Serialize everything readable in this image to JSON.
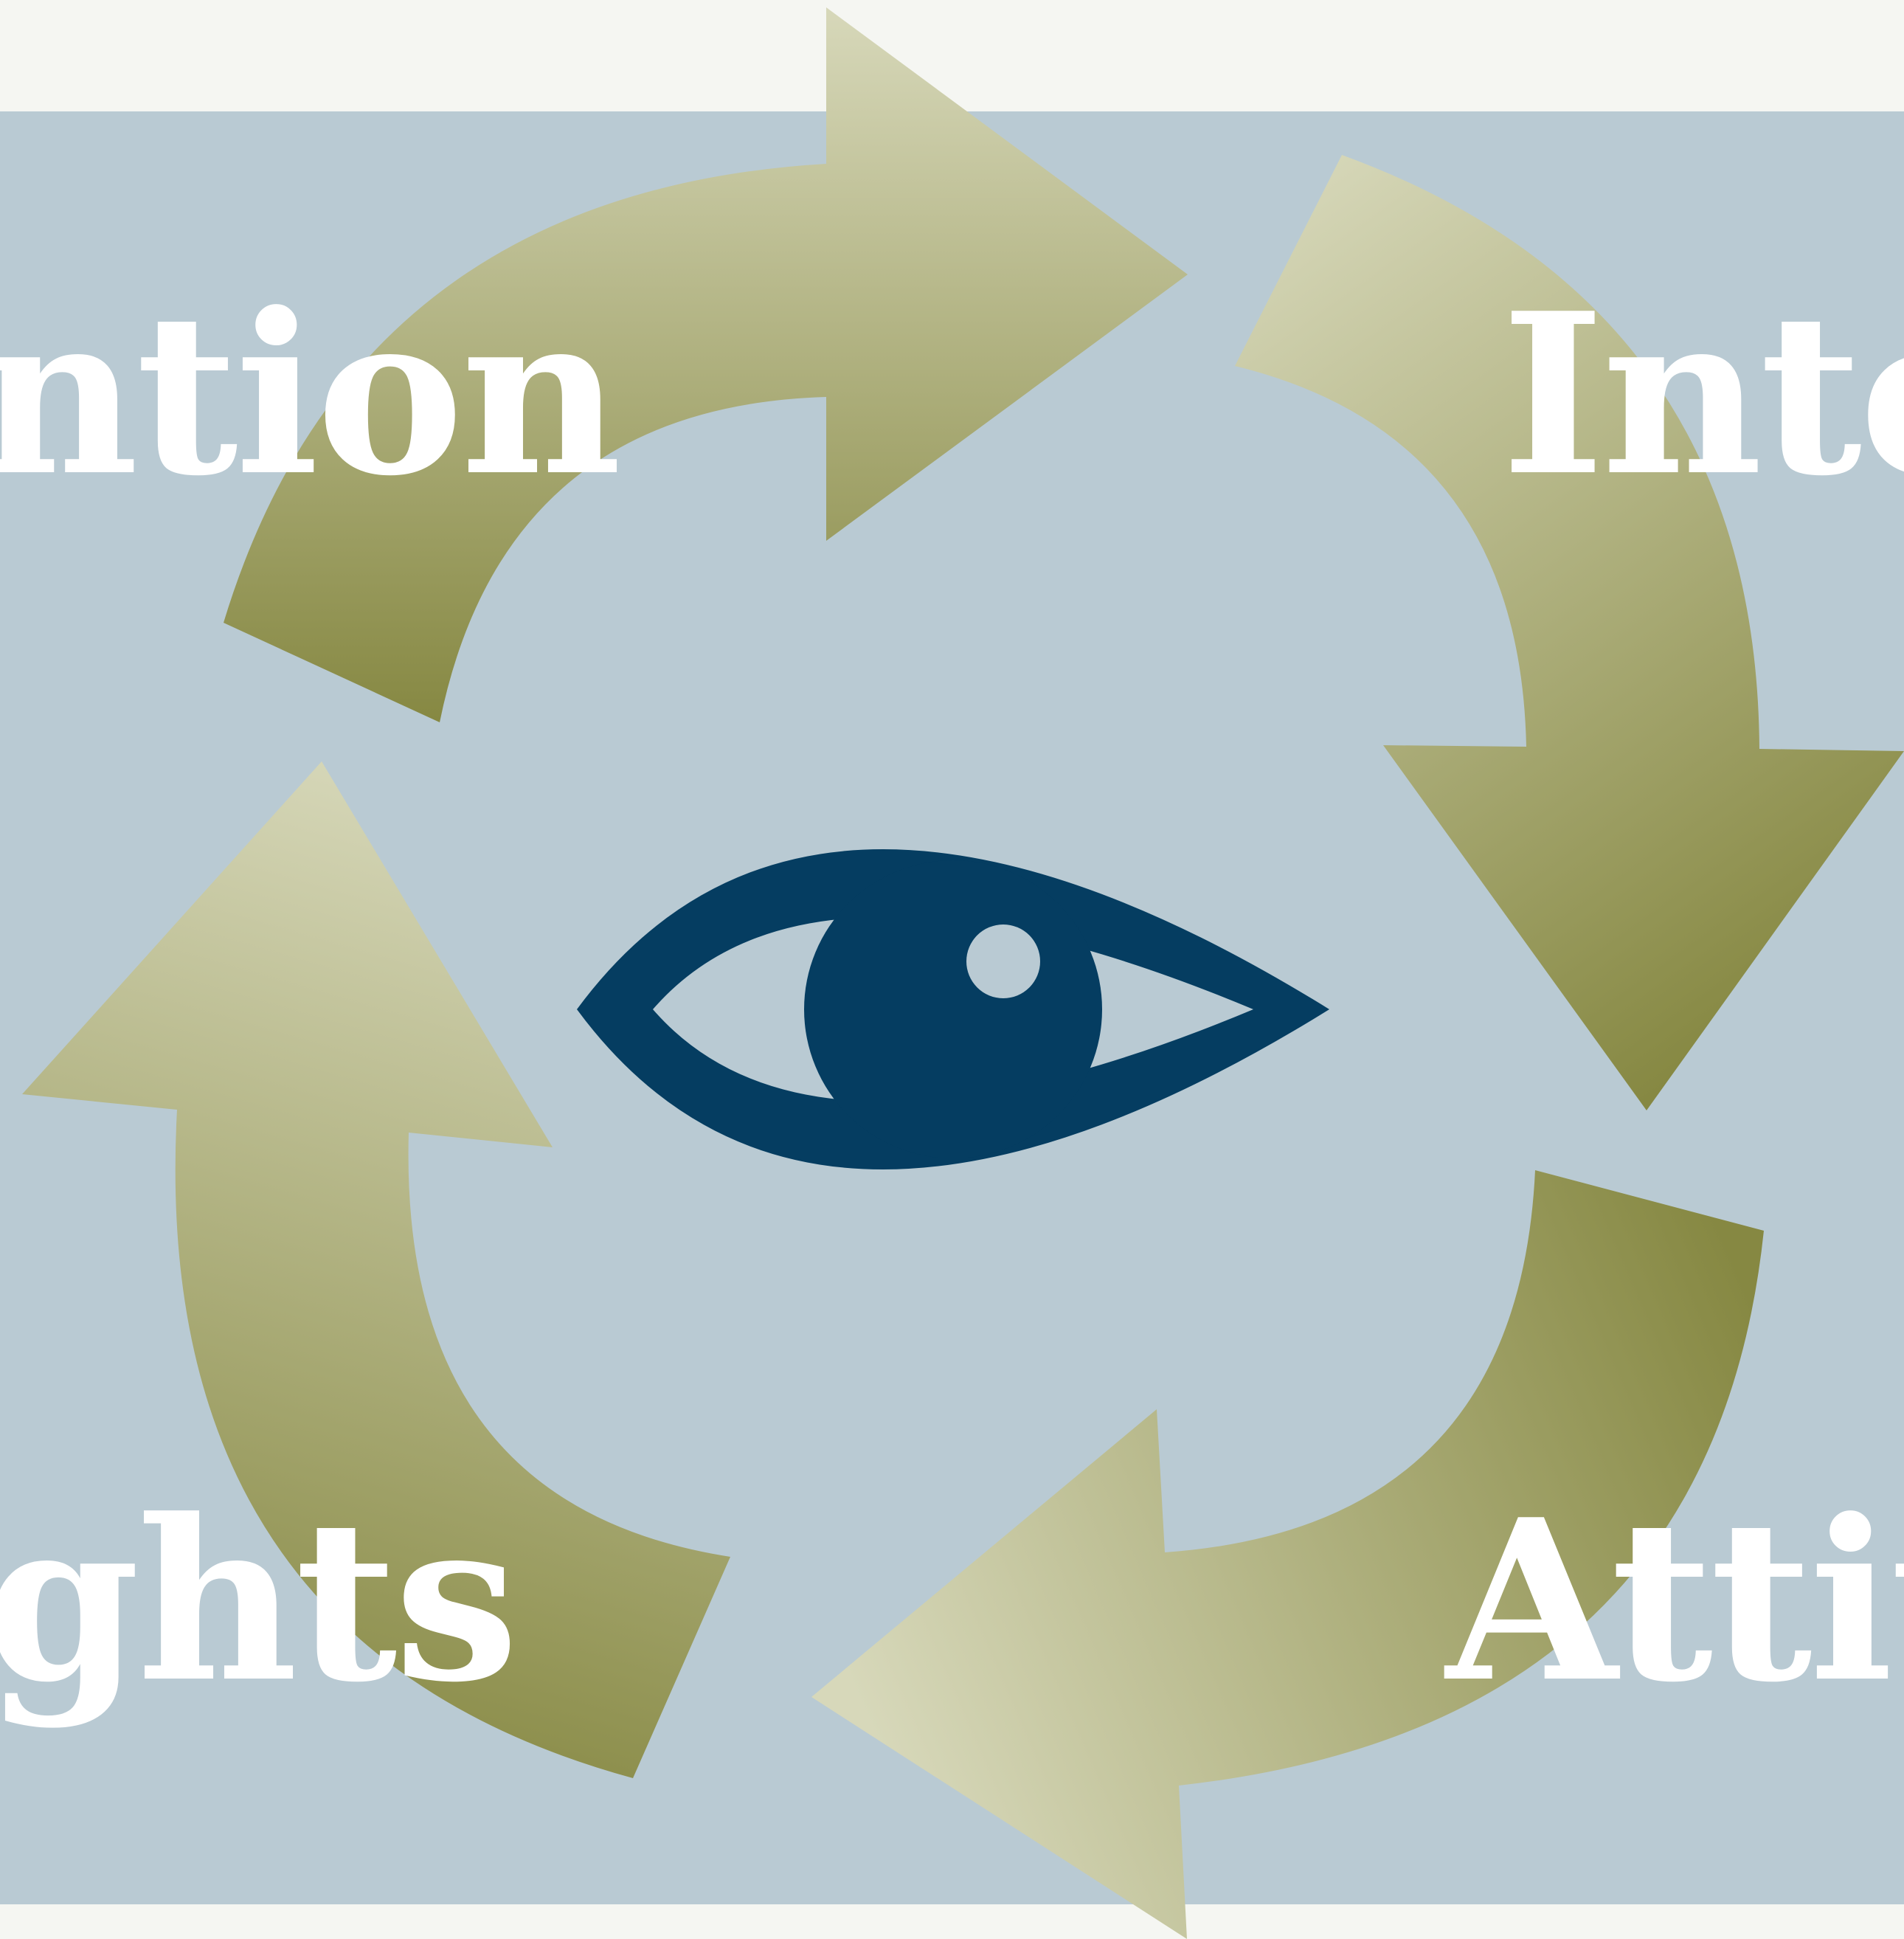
{
  "diagram": {
    "labels": {
      "top_left": "ntion",
      "top_right": "Inte",
      "bottom_left": "ghts",
      "bottom_right": "Attit"
    },
    "center_icon": "eye-icon",
    "arrows": [
      "arrow-top",
      "arrow-right",
      "arrow-bottom",
      "arrow-left"
    ],
    "colors": {
      "page_background": "#f5f6f2",
      "panel_background": "#b9cad3",
      "arrow_light": "#d7d8ba",
      "arrow_dark": "#868842",
      "eye": "#053d61",
      "label_text": "#ffffff"
    }
  }
}
